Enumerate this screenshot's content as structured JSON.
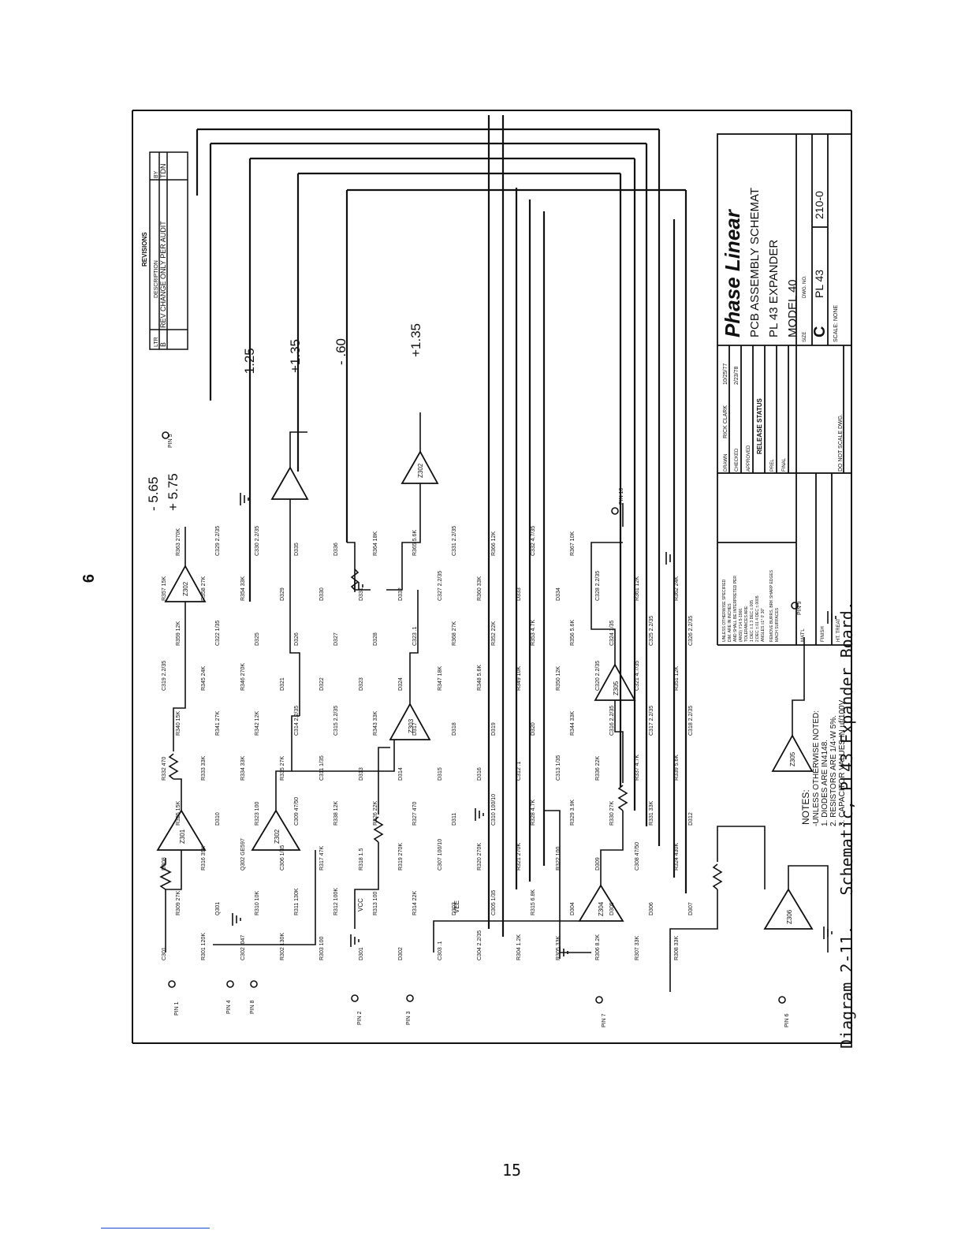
{
  "page": {
    "top_number": "6",
    "bottom_number": "15",
    "caption_label": "Diagram 2-11.",
    "caption_text": "Schematic, PL43 Expander Board."
  },
  "title_block": {
    "brand": "Phase Linear",
    "title_lines": [
      "PCB ASSEMBLY SCHEMAT",
      "PL 43 EXPANDER",
      "MODEL 40"
    ],
    "size_label": "SIZE",
    "size": "C",
    "dwg_no_label": "DWG. NO.",
    "dwg_no": "PL 43",
    "dwg_suffix": "210-0",
    "scale": "SCALE: NONE",
    "drawn_label": "DRAWN",
    "drawn_by": "RICK CLARK",
    "drawn_date": "10/25/77",
    "checked_label": "CHECKED",
    "checked_date": "2/23/78",
    "approved_label": "APPROVED",
    "release_status": "RELEASE STATUS",
    "prel_label": "PREL",
    "final_label": "FINAL",
    "do_not_scale": "DO NOT SCALE DWG.",
    "tolerance_lines": [
      "UNLESS OTHERWISE SPECIFIED",
      "DIM. ARE IN INCHES",
      "AND SHALL BE INTERPRETED PER",
      "(ANSI) Y14.5-1966.",
      "TOLERANCES ARE:",
      "1 DEC ±.1   3 DEC ±.005",
      "2 DEC ±.01  4 DEC ±.0005",
      "ANGLES ±1° 0' 30\"",
      "REMOVE BURRS, BRK SHARP EDGES",
      "MACH SURFACES"
    ],
    "matl_label": "MAT'L",
    "finish_label": "FINISH",
    "ht_treat_label": "HT. TREAT"
  },
  "revisions": {
    "header": "REVISIONS",
    "ltr_label": "LTR",
    "description_label": "DESCRIPTION",
    "by_label": "BY",
    "rows": [
      {
        "ltr": "B",
        "description": "REV CHANGE ONLY PER AUDIT",
        "by": "TDN"
      }
    ]
  },
  "voltages": [
    "- 5.65",
    "+ 5.75",
    "-1.25",
    "+1.35",
    "- .60",
    "+1.35"
  ],
  "pins": [
    "PIN 1",
    "PIN 4",
    "PIN 8",
    "PIN 2",
    "PIN 3",
    "PIN 7",
    "PIN 6",
    "PIN 5",
    "PIN 10",
    "PIN 9"
  ],
  "ics": [
    "Z301",
    "Z302",
    "Z302",
    "Z303",
    "Z304",
    "Z305",
    "Z305",
    "Z306",
    "Z302"
  ],
  "components": [
    "C301",
    "R301 120K",
    "C302 .047",
    "R302 130K",
    "R303 100",
    "D301",
    "D302",
    "C303 .1",
    "C304 2.2/35",
    "R304 1.2K",
    "R305 33K",
    "R306 8.2K",
    "R307 33K",
    "R308 33K",
    "R309 27K",
    "Q301",
    "R310 10K",
    "R311 130K",
    "R312 100K",
    "R313 100",
    "R314 22K",
    "D303",
    "C305 1/35",
    "R315 6.8K",
    "D304",
    "D305",
    "D306",
    "D307",
    "D308",
    "R316 39K",
    "Q302 GE597",
    "C306 1/35",
    "R317 47K",
    "R318 1.5",
    "R319 270K",
    "C307 100/10",
    "R320 270K",
    "R321 270K",
    "R322 100",
    "D309",
    "C308 47/50",
    "R324 430K",
    "R325 15K",
    "D310",
    "R323 100",
    "C309 47/50",
    "R338 12K",
    "R326 22K",
    "R327 470",
    "D311",
    "C310 100/10",
    "R328 4.7K",
    "R329 3.9K",
    "R330 27K",
    "R331 33K",
    "D312",
    "R332 470",
    "R333 33K",
    "R334 33K",
    "R335 27K",
    "C311 1/35",
    "D313",
    "D314",
    "D315",
    "D316",
    "C312 .1",
    "C313 1/35",
    "R336 22K",
    "R337 4.7K",
    "R339 5.6K",
    "R340 15K",
    "R341 27K",
    "R342 12K",
    "C314 2.2/35",
    "C315 2.2/35",
    "R343 33K",
    "D317",
    "D318",
    "D319",
    "D320",
    "R344 33K",
    "C316 2.2/35",
    "C317 2.2/35",
    "C318 2.2/35",
    "C319 2.2/35",
    "R345 24K",
    "R346 270K",
    "D321",
    "D322",
    "D323",
    "D324",
    "R347 18K",
    "R348 5.6K",
    "R349 10K",
    "R350 12K",
    "C320 2.2/35",
    "C321 4.7/35",
    "R351 12K",
    "R359 12K",
    "C322 1/35",
    "D325",
    "D326",
    "D327",
    "D328",
    "C323 .1",
    "R368 27K",
    "R352 22K",
    "R353 4.7K",
    "R356 5.6K",
    "C324 1/35",
    "C325 2.2/35",
    "C326 2.2/35",
    "R357 15K",
    "R358 27K",
    "R354 33K",
    "D329",
    "D330",
    "D331",
    "D332",
    "C327 2.2/35",
    "R360 33K",
    "D333",
    "D334",
    "C328 2.2/35",
    "R361 12K",
    "R362 24K",
    "R363 270K",
    "C329 2.2/35",
    "C330 2.2/35",
    "D335",
    "D336",
    "R364 18K",
    "R365 5.6K",
    "C331 2.2/35",
    "R366 12K",
    "C332 4.7/35",
    "R367 10K"
  ],
  "supply_labels": [
    "VCC",
    "VEE"
  ],
  "notes": {
    "title": "NOTES:",
    "lines": [
      "-UNLESS OTHERWISE NOTED:",
      "1. DIODES ARE IN4148.",
      "2. RESISTORS ARE 1/4-W 5%.",
      "3. CAPACITOR VALUES IN µf/100V"
    ]
  }
}
